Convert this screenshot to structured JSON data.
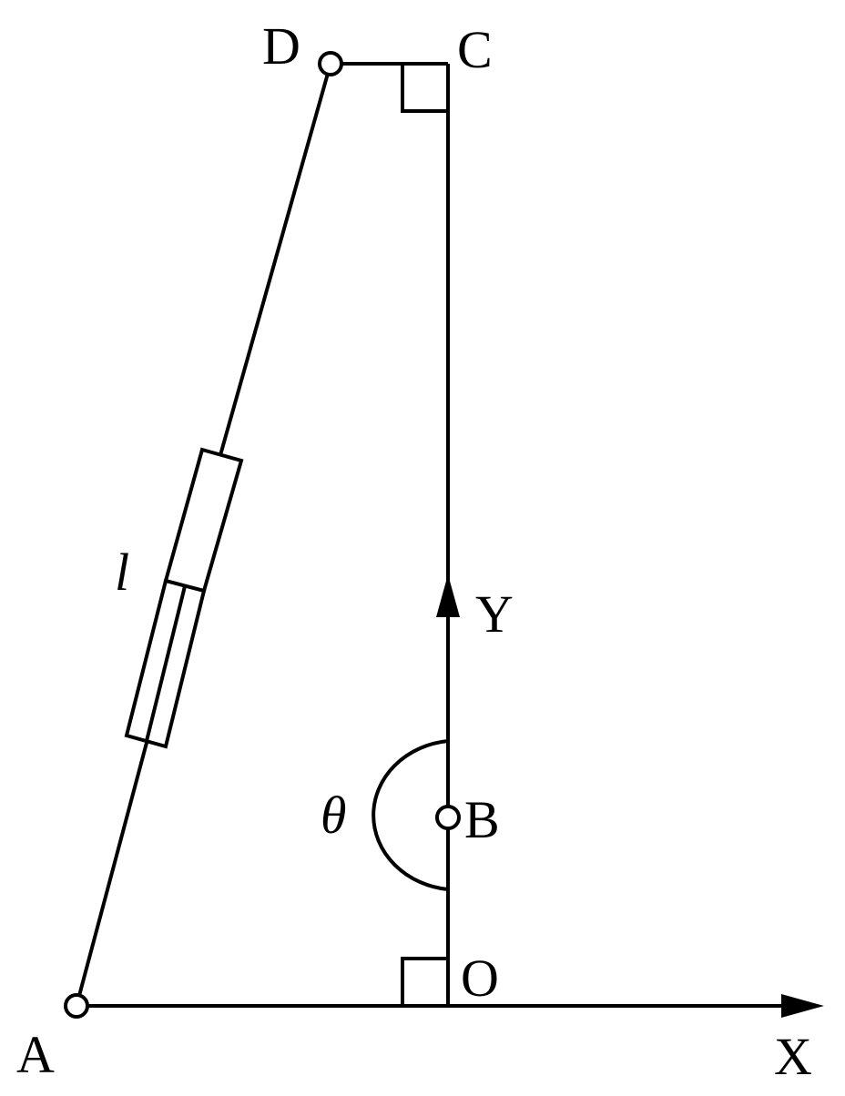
{
  "diagram": {
    "points": {
      "A": "A",
      "B": "B",
      "C": "C",
      "D": "D",
      "O": "O"
    },
    "axes": {
      "x": "X",
      "y": "Y"
    },
    "angle_label": "θ",
    "length_label": "l",
    "colors": {
      "stroke": "#000000",
      "background": "#ffffff"
    }
  }
}
